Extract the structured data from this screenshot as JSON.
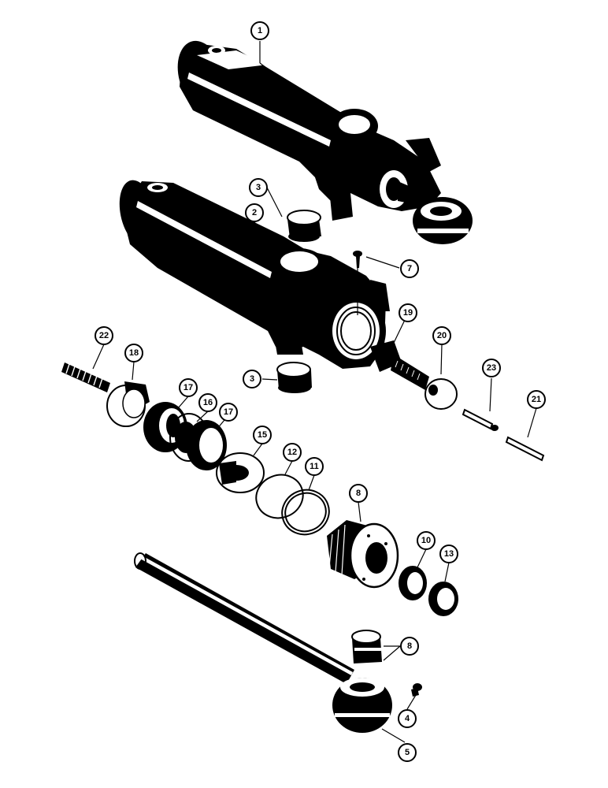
{
  "callouts": {
    "c1": "1",
    "c2": "2",
    "c3a": "3",
    "c3b": "3",
    "c4": "4",
    "c5": "5",
    "c7": "7",
    "c8a": "8",
    "c8b": "8",
    "c10": "10",
    "c11": "11",
    "c12": "12",
    "c13": "13",
    "c15": "15",
    "c16": "16",
    "c17a": "17",
    "c17b": "17",
    "c18": "18",
    "c19": "19",
    "c20": "20",
    "c21": "21",
    "c22": "22",
    "c23": "23"
  }
}
